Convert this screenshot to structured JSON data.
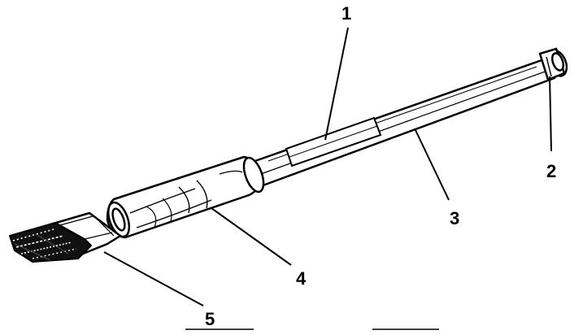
{
  "diagram": {
    "callouts": [
      {
        "id": "c1",
        "label": "1"
      },
      {
        "id": "c2",
        "label": "2"
      },
      {
        "id": "c3",
        "label": "3"
      },
      {
        "id": "c4",
        "label": "4"
      },
      {
        "id": "c5",
        "label": "5"
      }
    ]
  },
  "colors": {
    "ink": "#000000",
    "paper": "#ffffff"
  }
}
